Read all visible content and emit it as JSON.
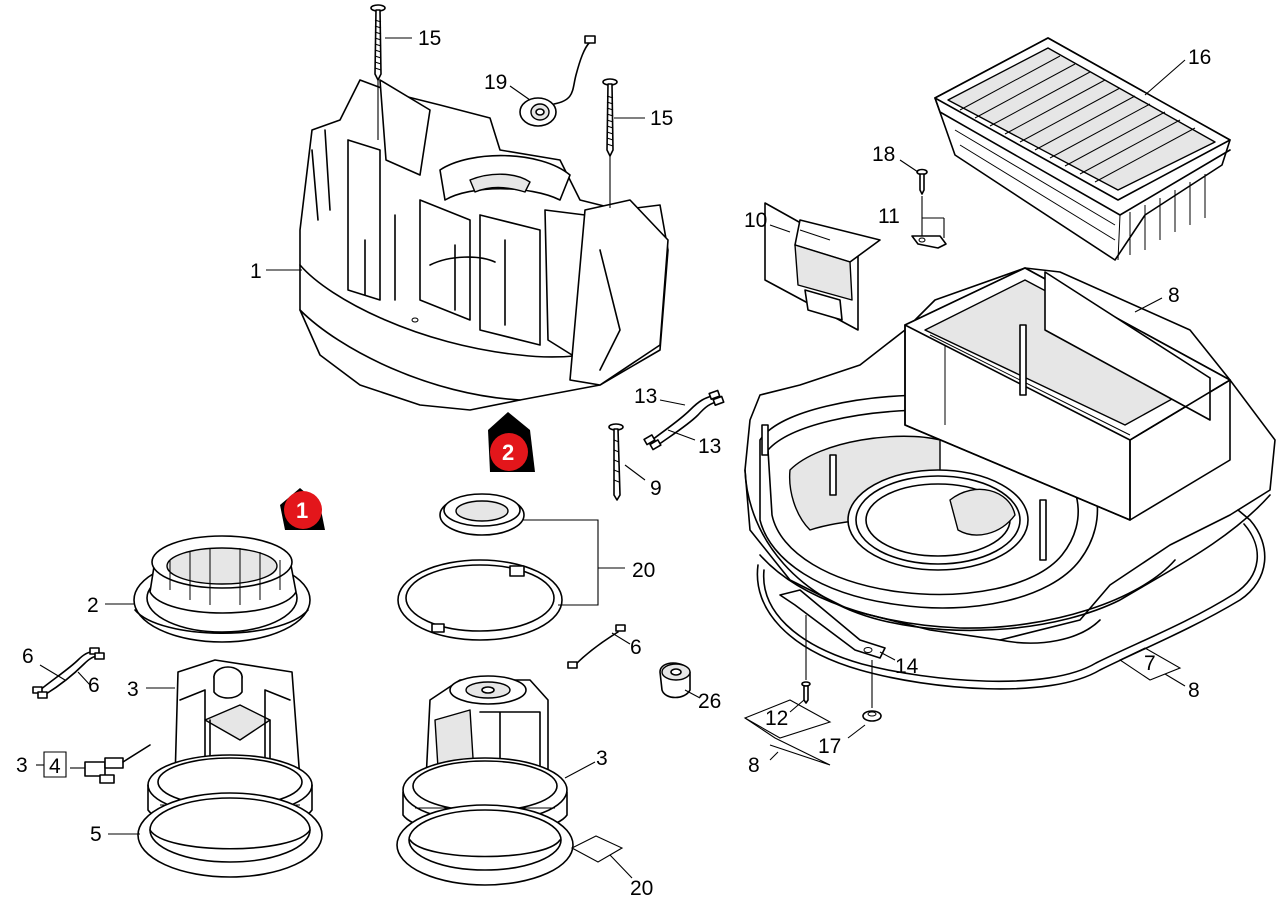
{
  "colors": {
    "badge": "#e3161b",
    "line": "#000000",
    "part_fill": "#ffffff",
    "shade": "#e6e6e6"
  },
  "badges": [
    "1",
    "2"
  ],
  "callouts": {
    "c1": "1",
    "c2": "2",
    "c3a": "3",
    "c3b": "3",
    "c3c": "3",
    "c4": "4",
    "c5": "5",
    "c6a": "6",
    "c6b": "6",
    "c6c": "6",
    "c7": "7",
    "c8a": "8",
    "c8b": "8",
    "c8c": "8",
    "c9": "9",
    "c10": "10",
    "c11": "11",
    "c12": "12",
    "c13a": "13",
    "c13b": "13",
    "c14": "14",
    "c15a": "15",
    "c15b": "15",
    "c16": "16",
    "c17": "17",
    "c18": "18",
    "c19": "19",
    "c20a": "20",
    "c20b": "20",
    "c26": "26"
  }
}
